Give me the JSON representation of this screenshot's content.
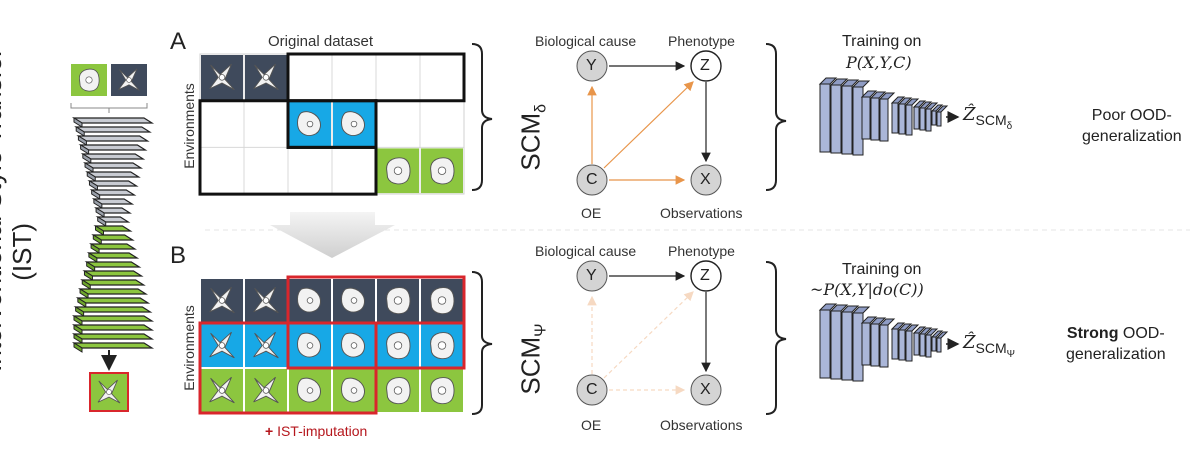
{
  "side_title_line1": "Interventional Style Transfer",
  "side_title_line2": "(IST)",
  "panel_a": {
    "letter": "A",
    "grid_title": "Original dataset",
    "environments_label": "Environments",
    "scm_label": "SCM",
    "scm_subscript": "δ",
    "graph": {
      "top_left_caption": "Biological cause",
      "top_right_caption": "Phenotype",
      "bottom_left_caption": "OE",
      "bottom_right_caption": "Observations",
      "node_y": "Y",
      "node_z": "Z",
      "node_c": "C",
      "node_x": "X"
    },
    "training_title": "Training on",
    "training_formula": "P(X,Y,C)",
    "output_label": "Ẑ",
    "output_sub": "SCM",
    "output_sub2": "δ",
    "result_line1": "Poor OOD-",
    "result_line2": "generalization"
  },
  "panel_b": {
    "letter": "B",
    "environments_label": "Environments",
    "ist_plus": "+",
    "ist_label": "IST-imputation",
    "scm_label": "SCM",
    "scm_subscript": "Ψ",
    "graph": {
      "top_left_caption": "Biological cause",
      "top_right_caption": "Phenotype",
      "bottom_left_caption": "OE",
      "bottom_right_caption": "Observations",
      "node_y": "Y",
      "node_z": "Z",
      "node_c": "C",
      "node_x": "X"
    },
    "training_title": "Training on",
    "training_formula": "~P(X,Y|do(C))",
    "output_label": "Ẑ",
    "output_sub": "SCM",
    "output_sub2": "Ψ",
    "result_strong": "Strong",
    "result_line1_rest": " OOD-",
    "result_line2": "generalization"
  },
  "colors": {
    "dark_env": "#3f4a5c",
    "blue_env": "#17a8e6",
    "green_env": "#8cc63f",
    "red_outline": "#d9262c",
    "orange_arrow": "#e8954a",
    "network_fill": "#aab6d8"
  }
}
